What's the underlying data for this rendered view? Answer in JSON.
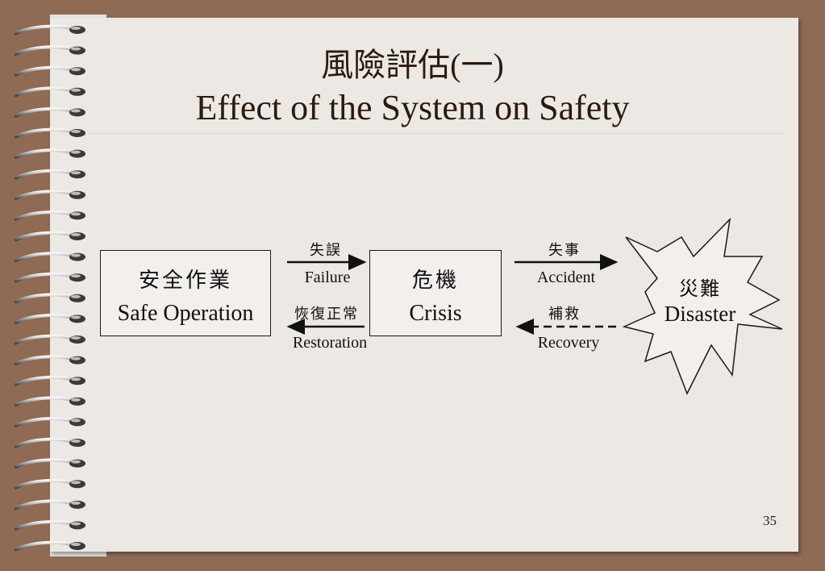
{
  "title": {
    "zh": "風險評估(一)",
    "en": "Effect of the System on Safety"
  },
  "nodes": {
    "safe": {
      "zh": "安全作業",
      "en": "Safe Operation"
    },
    "crisis": {
      "zh": "危機",
      "en": "Crisis"
    },
    "disaster": {
      "zh": "災難",
      "en": "Disaster"
    }
  },
  "edges": {
    "failure": {
      "zh": "失誤",
      "en": "Failure"
    },
    "restoration": {
      "zh": "恢復正常",
      "en": "Restoration"
    },
    "accident": {
      "zh": "失事",
      "en": "Accident"
    },
    "recovery": {
      "zh": "補救",
      "en": "Recovery"
    }
  },
  "page_number": "35",
  "colors": {
    "background": "#8f6a55",
    "paper": "#ece8e4",
    "ink": "#111111"
  }
}
